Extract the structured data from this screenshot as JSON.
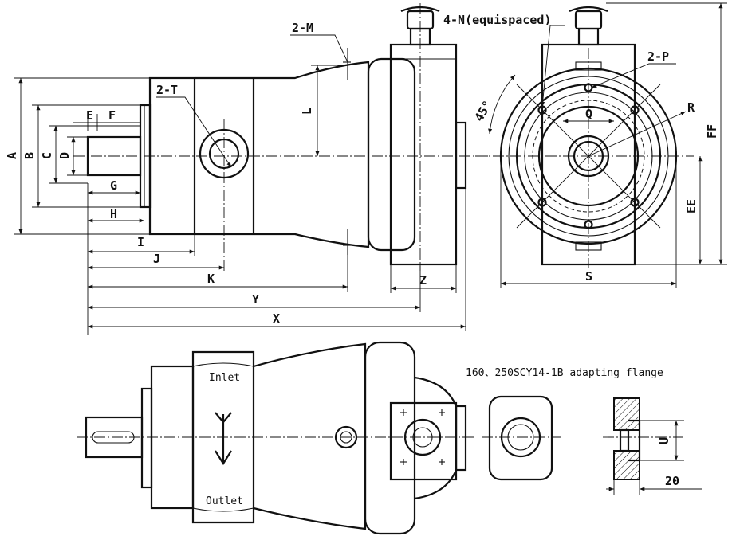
{
  "labels": {
    "A": "A",
    "B": "B",
    "C": "C",
    "D": "D",
    "E": "E",
    "F": "F",
    "G": "G",
    "H": "H",
    "I": "I",
    "J": "J",
    "K": "K",
    "L": "L",
    "Y": "Y",
    "X": "X",
    "Z": "Z",
    "S": "S",
    "R": "R",
    "Q": "Q",
    "EE": "EE",
    "FF": "FF",
    "two_M": "2-M",
    "two_T": "2-T",
    "two_P": "2-P",
    "four_N": "4-N(equispaced)",
    "angle": "45°",
    "inlet": "Inlet",
    "outlet": "Outlet",
    "flange_title": "160、250SCY14-1B adapting flange",
    "U": "U",
    "twenty": "20"
  }
}
